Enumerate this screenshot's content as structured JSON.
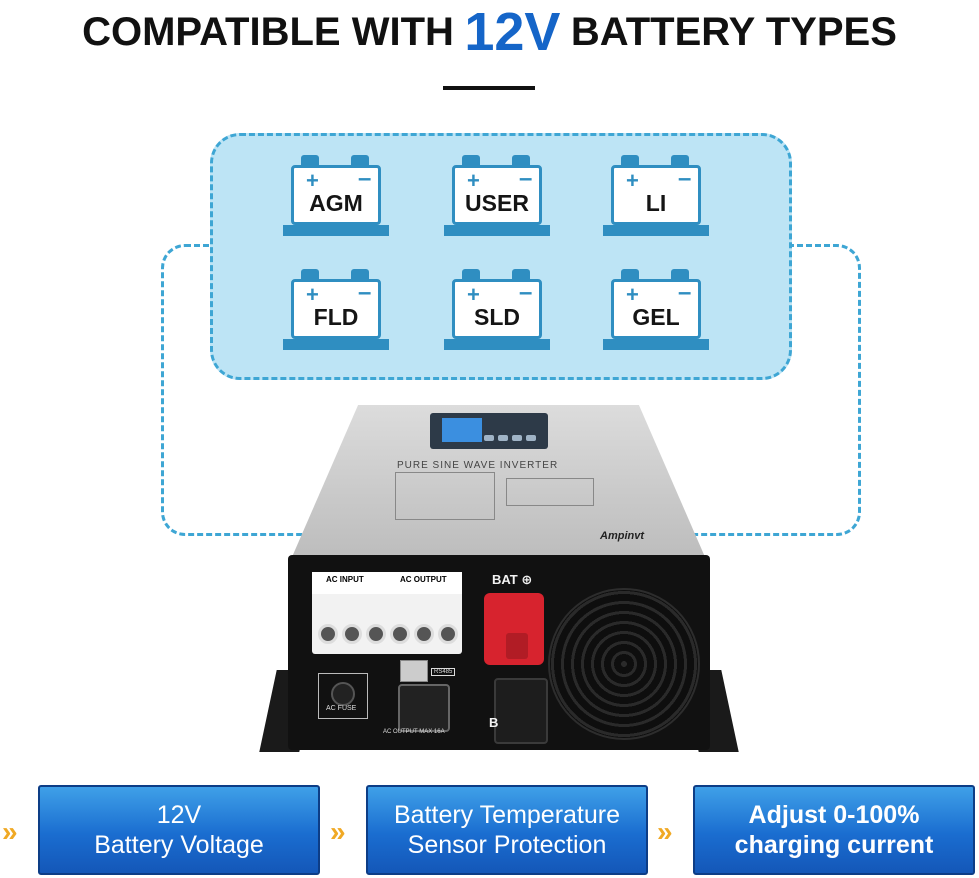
{
  "headline": {
    "before": "COMPATIBLE WITH",
    "highlight": "12V",
    "after": "BATTERY TYPES",
    "highlight_color": "#1565c8"
  },
  "battery_types": [
    "AGM",
    "USER",
    "LI",
    "FLD",
    "SLD",
    "GEL"
  ],
  "battery_symbols": {
    "plus": "+",
    "minus": "–"
  },
  "inverter": {
    "title": "PURE SINE WAVE INVERTER",
    "brand": "Ampinvt",
    "terminals": {
      "ac_input": "AC INPUT",
      "ac_output": "AC OUTPUT"
    },
    "bat_plus": "BAT ⊕",
    "bat_minus": "B",
    "ac_fuse": "AC FUSE",
    "rs485": "RS485",
    "ac_output_max": "AC OUTPUT  MAX  16A"
  },
  "features": [
    {
      "line1": "12V",
      "line2": "Battery Voltage"
    },
    {
      "line1": "Battery Temperature",
      "line2": "Sensor Protection"
    },
    {
      "line1": "Adjust 0-100%",
      "line2": "charging current"
    }
  ],
  "chevron_glyph": "»",
  "colors": {
    "accent": "#1565c8",
    "panel_fill": "#bde4f5",
    "dashed_border": "#3ea6d4",
    "battery_blue": "#2f8ec1",
    "feature_blue": "#1a6dd0",
    "chevron_orange": "#f0a925",
    "terminal_red": "#d7232e"
  }
}
